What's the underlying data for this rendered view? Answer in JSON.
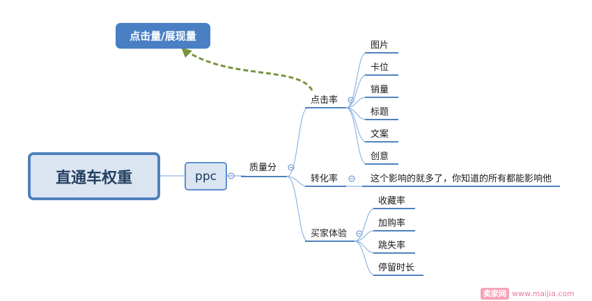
{
  "root": {
    "label": "直通车权重"
  },
  "ppc": {
    "label": "ppc"
  },
  "quality_score": {
    "label": "质量分"
  },
  "ctr": {
    "label": "点击率",
    "children": [
      "图片",
      "卡位",
      "销量",
      "标题",
      "文案",
      "创意"
    ]
  },
  "conversion": {
    "label": "转化率",
    "children": [
      "这个影响的就多了，你知道的所有都能影响他"
    ]
  },
  "buyer_experience": {
    "label": "买家体验",
    "children": [
      "收藏率",
      "加购率",
      "跳失率",
      "停留时长"
    ]
  },
  "callout": {
    "label": "点击量/展现量"
  },
  "watermark": {
    "logo": "卖家网",
    "url": "www.maijia.com"
  },
  "colors": {
    "line": "#8eb4e3",
    "underline": "#4f81bd",
    "dashed_arrow": "#77933c",
    "collapse": "#4f81bd"
  },
  "icons": {
    "collapse": "circle-minus-icon",
    "arrow": "dashed-arrow"
  }
}
